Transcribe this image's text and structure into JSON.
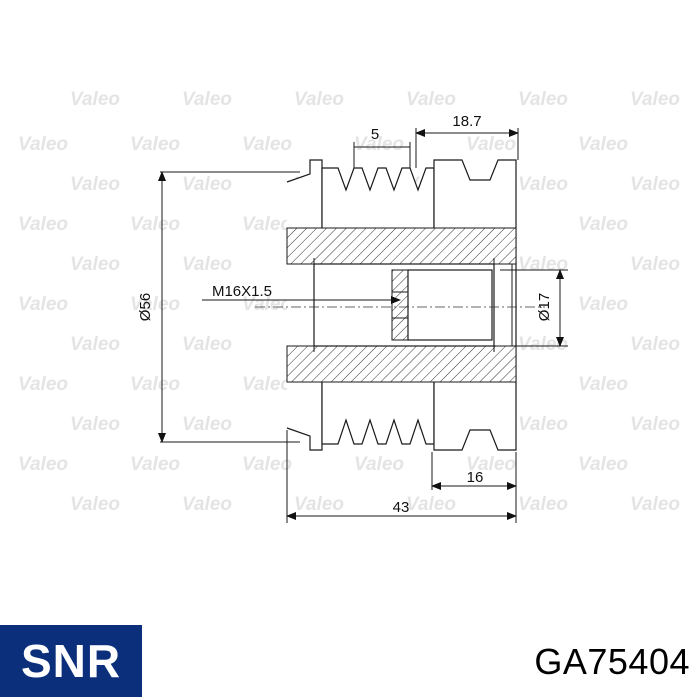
{
  "watermark": {
    "text": "Valeo"
  },
  "brand": {
    "logo_text": "SNR",
    "color": "#0b2f7a",
    "accent": "#ffffff"
  },
  "part": {
    "number": "GA75404"
  },
  "dimensions": {
    "overall_length": "43",
    "hub_length": "16",
    "width_top": "18.7",
    "groove": "5",
    "diameter_outer": "Ø56",
    "diameter_bore": "Ø17",
    "thread": "M16X1.5"
  }
}
